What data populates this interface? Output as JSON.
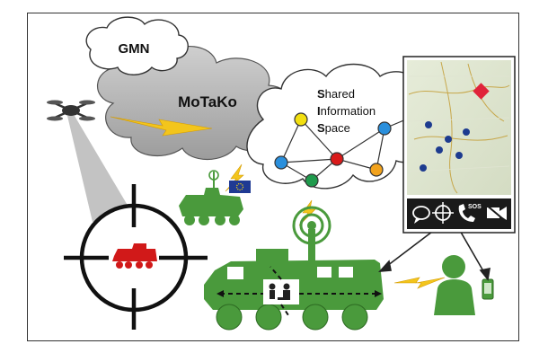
{
  "clouds": {
    "gmn": "GMN",
    "motako": "MoTaKo"
  },
  "shared_space": {
    "line1_initial": "S",
    "line1_rest": "hared",
    "line2_initial": "I",
    "line2_rest": "nformation",
    "line3_initial": "S",
    "line3_rest": "pace"
  },
  "phone_toolbar": {
    "sos_label": "SOS"
  },
  "colors": {
    "vehicle_green": "#4a9a3c",
    "cloud_gray": "#b8b8b8",
    "target_red": "#d11919",
    "lightning": "#f3c51c",
    "node_yellow": "#f2df10",
    "node_red": "#d91a1a",
    "node_blue": "#2a8fdc",
    "node_green": "#1f9a4c",
    "node_orange": "#f2a21c",
    "map_marker_blue": "#1d3b8f",
    "map_marker_red": "#e0233a"
  }
}
